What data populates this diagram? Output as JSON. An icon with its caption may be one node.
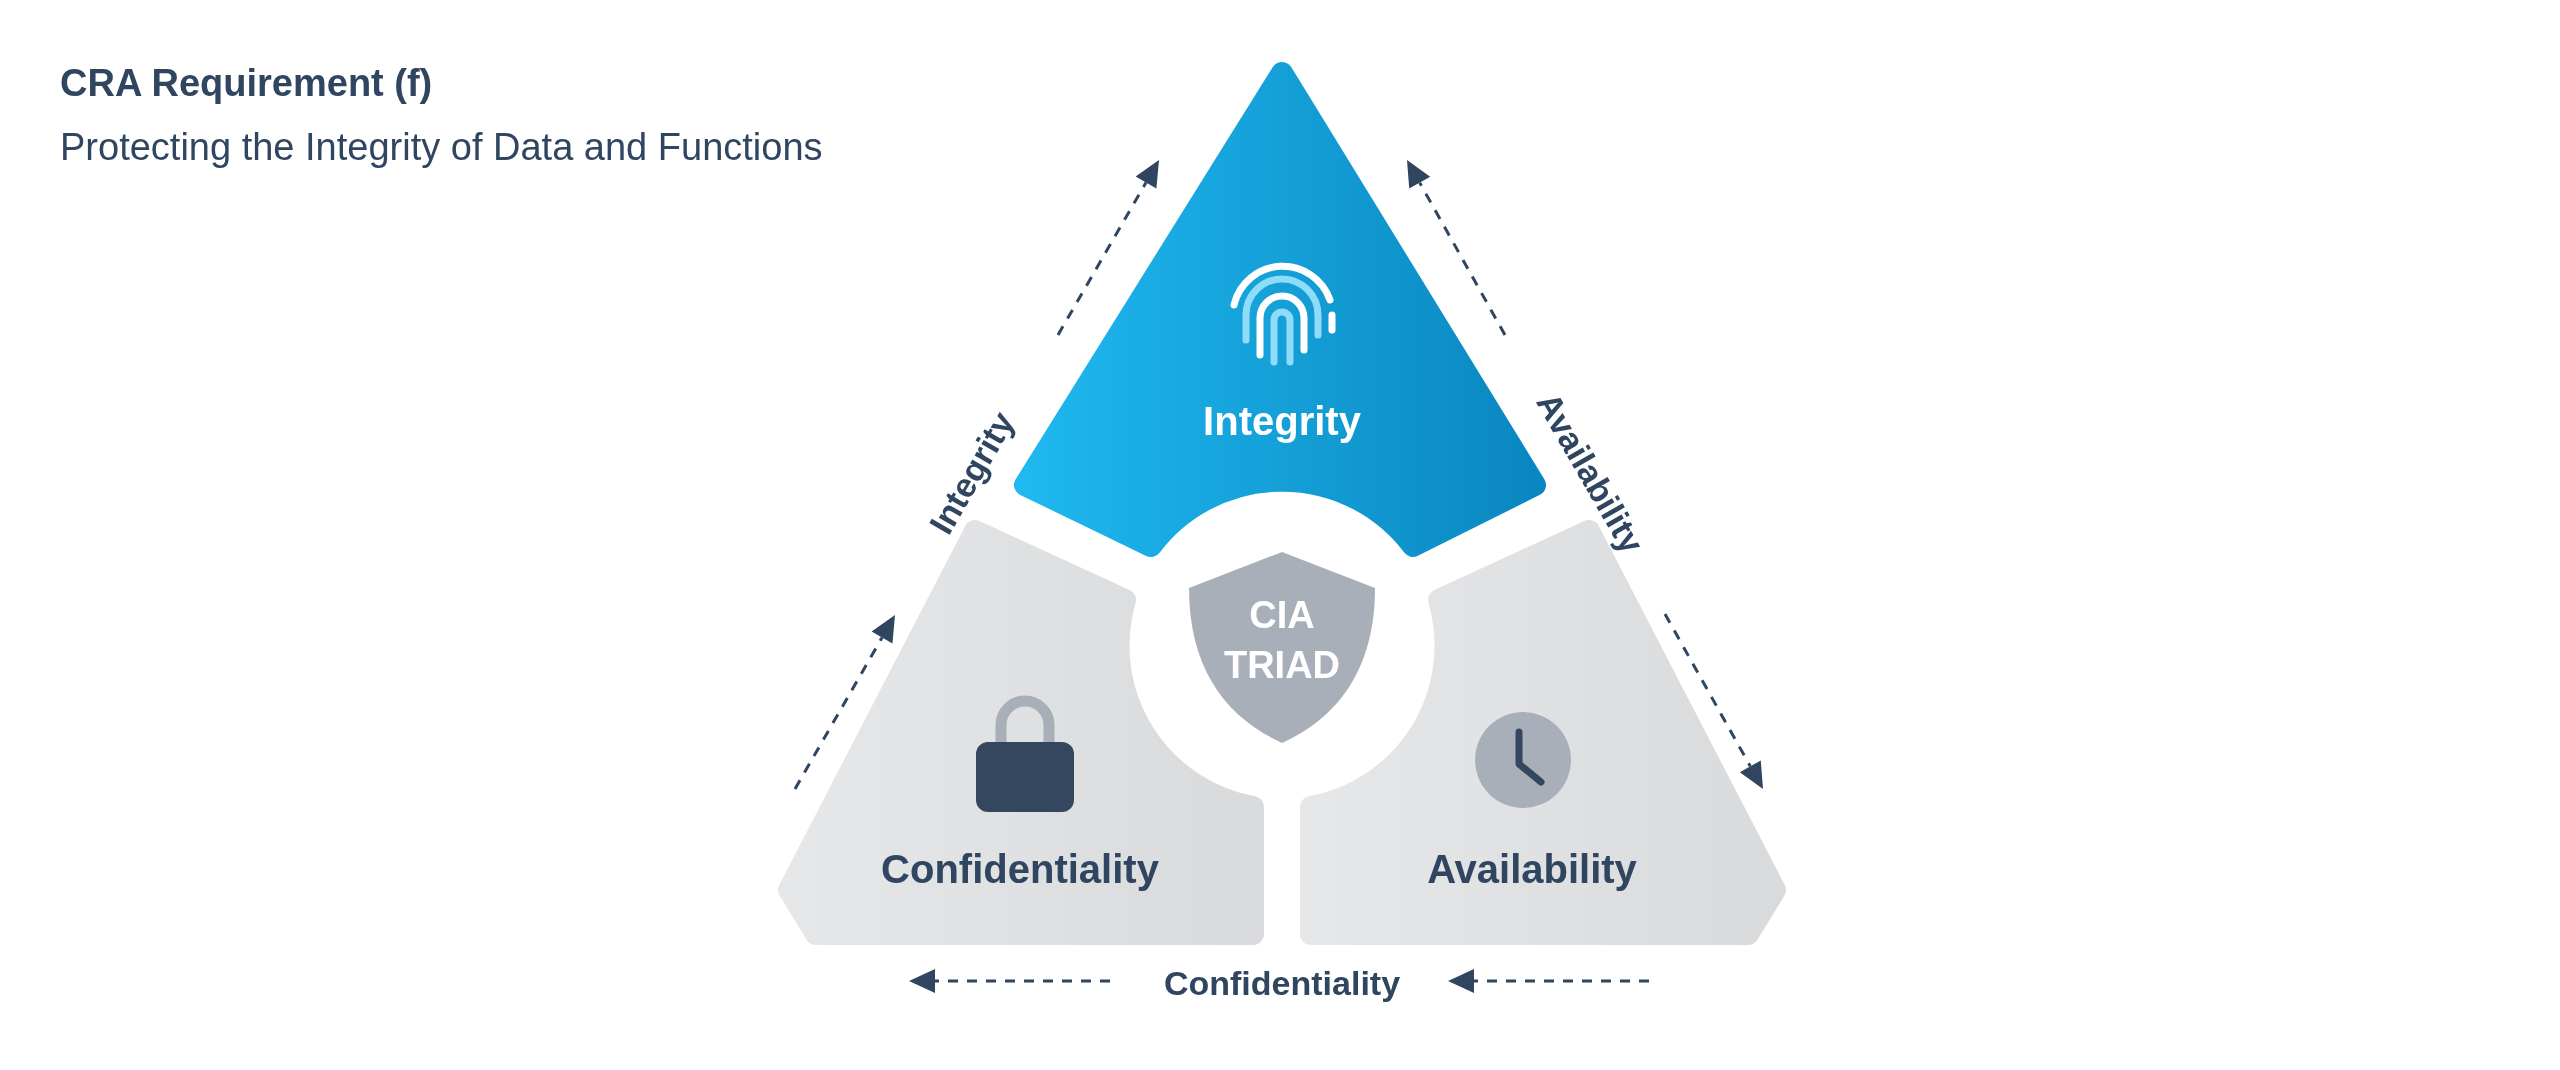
{
  "diagram": {
    "title": "CRA Requirement (f)",
    "nodes": [
      {
        "text": [
          "Integrity"
        ]
      },
      {
        "text": [
          "Confidentiality"
        ]
      },
      {
        "text": [
          "Availability"
        ]
      },
      {
        "text": [
          "CIA TRIAD"
        ]
      }
    ],
    "labels": [
      "Protecting the Integrity of Data and Functions",
      "Integrity",
      "Availability",
      "Confidentiality"
    ]
  }
}
